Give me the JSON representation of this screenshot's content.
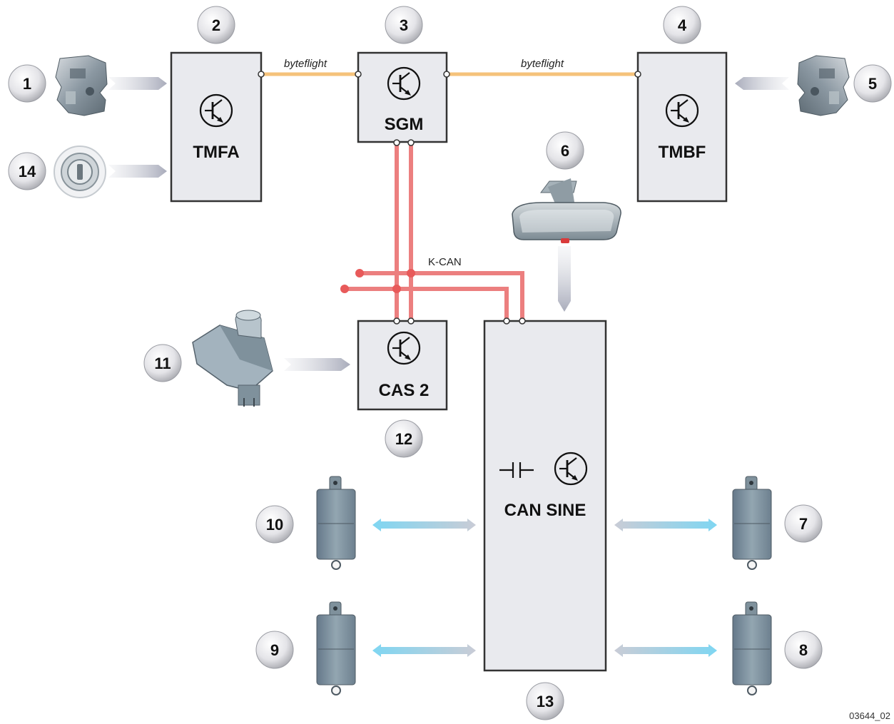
{
  "figure_id": "03644_02",
  "modules": {
    "tmfa": "TMFA",
    "sgm": "SGM",
    "tmbf": "TMBF",
    "cas": "CAS 2",
    "can_sine": "CAN SINE"
  },
  "bus_labels": {
    "byteflight_left": "byteflight",
    "byteflight_right": "byteflight",
    "kcan": "K-CAN"
  },
  "callouts": [
    "1",
    "2",
    "3",
    "4",
    "5",
    "6",
    "7",
    "8",
    "9",
    "10",
    "11",
    "12",
    "13",
    "14"
  ],
  "colors": {
    "module_fill": "#e9eaee",
    "byteflight_bus": "#f5c27a",
    "kcan_bus": "#ec7f7f",
    "arrow_gray": "#b9bcc8",
    "arrow_blue": "#7fd3ee",
    "sensor_body": "#7f919c"
  },
  "icons": {
    "transistor": "transistor-symbol-icon",
    "capacitor": "capacitor-symbol-icon",
    "door_lock": "door-lock-icon",
    "lock_cylinder": "lock-cylinder-icon",
    "mirror": "rearview-mirror-icon",
    "sensor": "ultrasonic-sensor-icon",
    "switch": "switch-module-icon"
  }
}
